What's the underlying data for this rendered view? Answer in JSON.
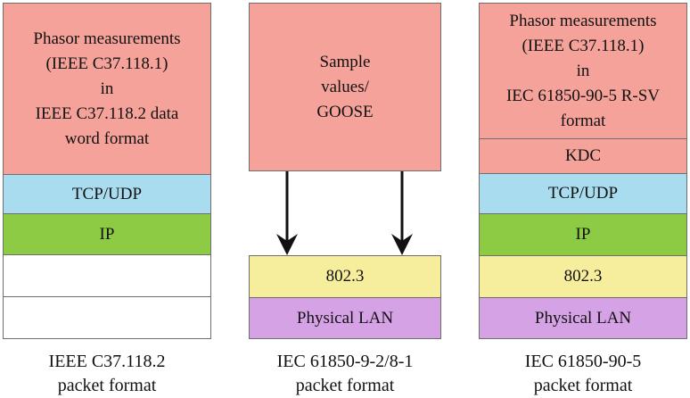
{
  "left_stack": {
    "payload_lines": [
      "Phasor measurements",
      "(IEEE C37.118.1)",
      "in",
      "IEEE C37.118.2 data",
      "word format"
    ],
    "transport": "TCP/UDP",
    "network": "IP",
    "caption_lines": [
      "IEEE C37.118.2",
      "packet format"
    ]
  },
  "middle_stack": {
    "payload_lines": [
      "Sample",
      "values/",
      "GOOSE"
    ],
    "link": "802.3",
    "physical": "Physical LAN",
    "caption_lines": [
      "IEC 61850-9-2/8-1",
      "packet format"
    ]
  },
  "right_stack": {
    "payload_lines": [
      "Phasor measurements",
      "(IEEE C37.118.1)",
      "in",
      "IEC 61850-90-5 R-SV",
      "format"
    ],
    "security": "KDC",
    "transport": "TCP/UDP",
    "network": "IP",
    "link": "802.3",
    "physical": "Physical LAN",
    "caption_lines": [
      "IEC 61850-90-5",
      "packet format"
    ]
  },
  "colors": {
    "payload": "#f5a39a",
    "transport": "#a9dcee",
    "network": "#8ccb43",
    "link": "#f6ee9d",
    "physical": "#d6a2e6"
  }
}
